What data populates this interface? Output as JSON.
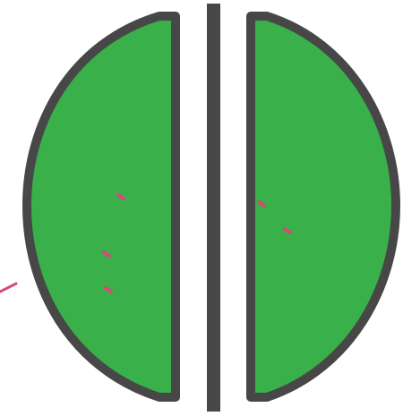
{
  "diagram": {
    "colors": {
      "background": "#ffffff",
      "fill": "#39b04a",
      "outline": "#474747",
      "accent": "#d64a78"
    },
    "shapes": [
      {
        "name": "left-half-shape",
        "kind": "half-ellipse",
        "side": "left"
      },
      {
        "name": "center-divider-bar",
        "kind": "divider"
      },
      {
        "name": "right-half-shape",
        "kind": "half-ellipse",
        "side": "right"
      }
    ],
    "marks": [
      {
        "name": "left-dot-upper"
      },
      {
        "name": "left-dot-middle"
      },
      {
        "name": "left-dot-lower"
      },
      {
        "name": "right-dot-upper"
      },
      {
        "name": "right-dot-lower"
      },
      {
        "name": "edge-pointer-line"
      }
    ]
  }
}
